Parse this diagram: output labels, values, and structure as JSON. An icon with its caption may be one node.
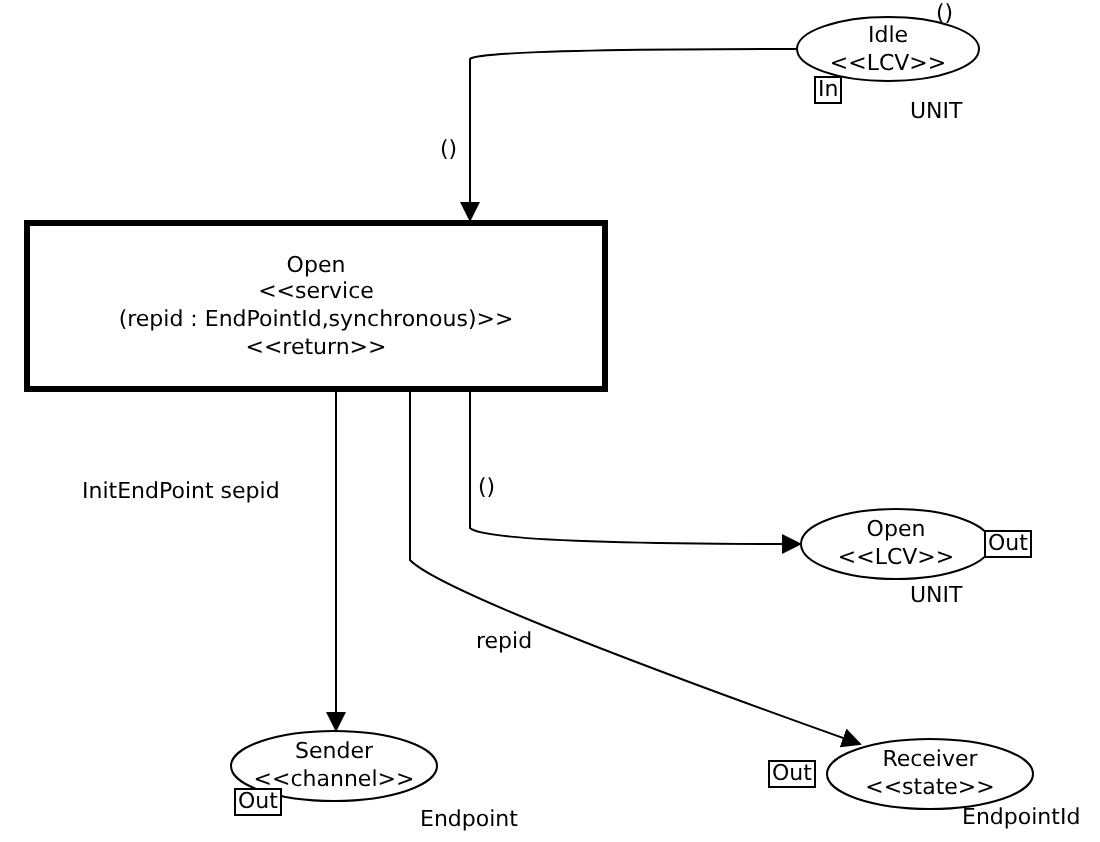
{
  "diagram": {
    "nodes": [
      {
        "text": [
          "Idle <<LCV>>"
        ],
        "beside": [
          "()",
          "In",
          "UNIT"
        ]
      },
      {
        "text": [
          "Open",
          "<<service",
          "(repid : EndPointId,synchronous)>>",
          "<<return>>"
        ]
      },
      {
        "text": [
          "Open <<LCV>>"
        ],
        "beside": [
          "Out",
          "UNIT"
        ]
      },
      {
        "text": [
          "Sender <<channel>>"
        ],
        "beside": [
          "Out",
          "Endpoint"
        ]
      },
      {
        "text": [
          "Receiver <<state>>"
        ],
        "beside": [
          "Out",
          "EndpointId"
        ]
      }
    ],
    "edges": [
      {
        "from": 0,
        "to": 1,
        "arrow": "to",
        "label": "()"
      },
      {
        "from": 1,
        "to": 2,
        "arrow": "to",
        "label": "()"
      },
      {
        "from": 1,
        "to": 3,
        "arrow": "to",
        "label": "InitEndPoint sepid"
      },
      {
        "from": 1,
        "to": 4,
        "arrow": "to",
        "label": "repid"
      }
    ]
  }
}
